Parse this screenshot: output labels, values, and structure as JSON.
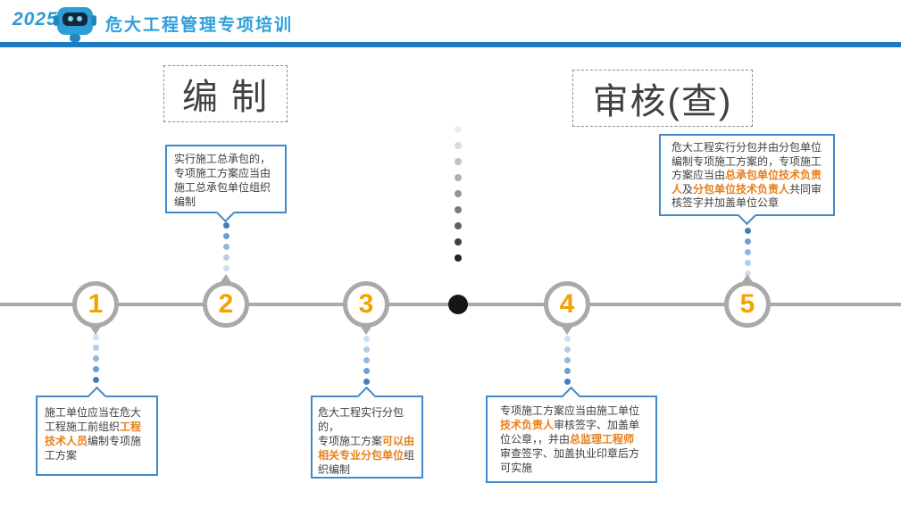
{
  "header": {
    "year": "2025",
    "title": "危大工程管理专项培训",
    "mascot": "robot-icon"
  },
  "sections": {
    "compile": "编 制",
    "review": "审核(查)"
  },
  "steps": [
    {
      "number": "1",
      "callout_position": "below",
      "callout_segments": [
        {
          "text": "施工单位应当在危大\n工程施工前组织"
        },
        {
          "text": "工程\n技术人员",
          "em": true
        },
        {
          "text": "编制专项施\n工方案"
        }
      ]
    },
    {
      "number": "2",
      "callout_position": "above",
      "callout_segments": [
        {
          "text": "实行施工总承包的，\n专项施工方案应当由\n施工总承包单位组织\n编制"
        }
      ]
    },
    {
      "number": "3",
      "callout_position": "below",
      "callout_segments": [
        {
          "text": "危大工程实行分包的，\n专项施工方案"
        },
        {
          "text": "可以由\n相关专业分包单位",
          "em": true
        },
        {
          "text": "组\n织编制"
        }
      ]
    },
    {
      "number": "4",
      "callout_position": "below",
      "callout_segments": [
        {
          "text": "专项施工方案应当由施工单位\n"
        },
        {
          "text": "技术负责人",
          "em": true
        },
        {
          "text": "审核签字、加盖单\n位公章，，并由"
        },
        {
          "text": "总监理工程师",
          "em": true
        },
        {
          "text": "\n审查签字、加盖执业印章后方\n可实施"
        }
      ]
    },
    {
      "number": "5",
      "callout_position": "above",
      "callout_segments": [
        {
          "text": "危大工程实行分包并由分包单位\n编制专项施工方案的，专项施工\n方案应当由"
        },
        {
          "text": "总承包单位技术负责\n人",
          "em": true
        },
        {
          "text": "及"
        },
        {
          "text": "分包单位技术负责人",
          "em": true
        },
        {
          "text": "共同审\n核签字并加盖单位公章"
        }
      ]
    }
  ],
  "colors": {
    "brand_blue": "#2ea0da",
    "header_bar_blue": "#1d7cc4",
    "callout_border_blue": "#4489c8",
    "highlight_orange": "#e8801a",
    "step_number_gold": "#f2a300",
    "timeline_gray": "#a9a9a9",
    "midpoint_black": "#161616"
  }
}
